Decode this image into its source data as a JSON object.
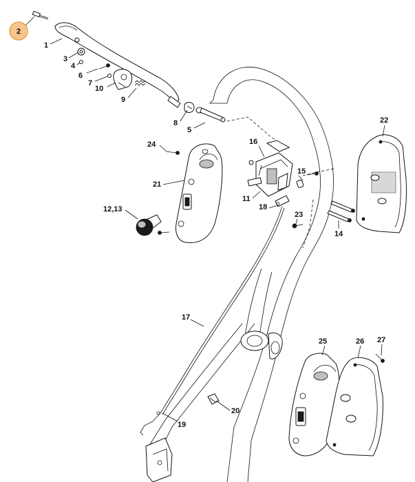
{
  "callouts": {
    "c1": "1",
    "c2": "2",
    "c3": "3",
    "c4": "4",
    "c5": "5",
    "c6": "6",
    "c7": "7",
    "c8": "8",
    "c9": "9",
    "c10": "10",
    "c11": "11",
    "c1213": "12,13",
    "c14": "14",
    "c15": "15",
    "c16": "16",
    "c17": "17",
    "c18": "18",
    "c19": "19",
    "c20": "20",
    "c21": "21",
    "c22": "22",
    "c23": "23",
    "c24": "24",
    "c25": "25",
    "c26": "26",
    "c27": "27"
  },
  "highlight": {
    "part": "2",
    "color": "#f7c58c"
  }
}
